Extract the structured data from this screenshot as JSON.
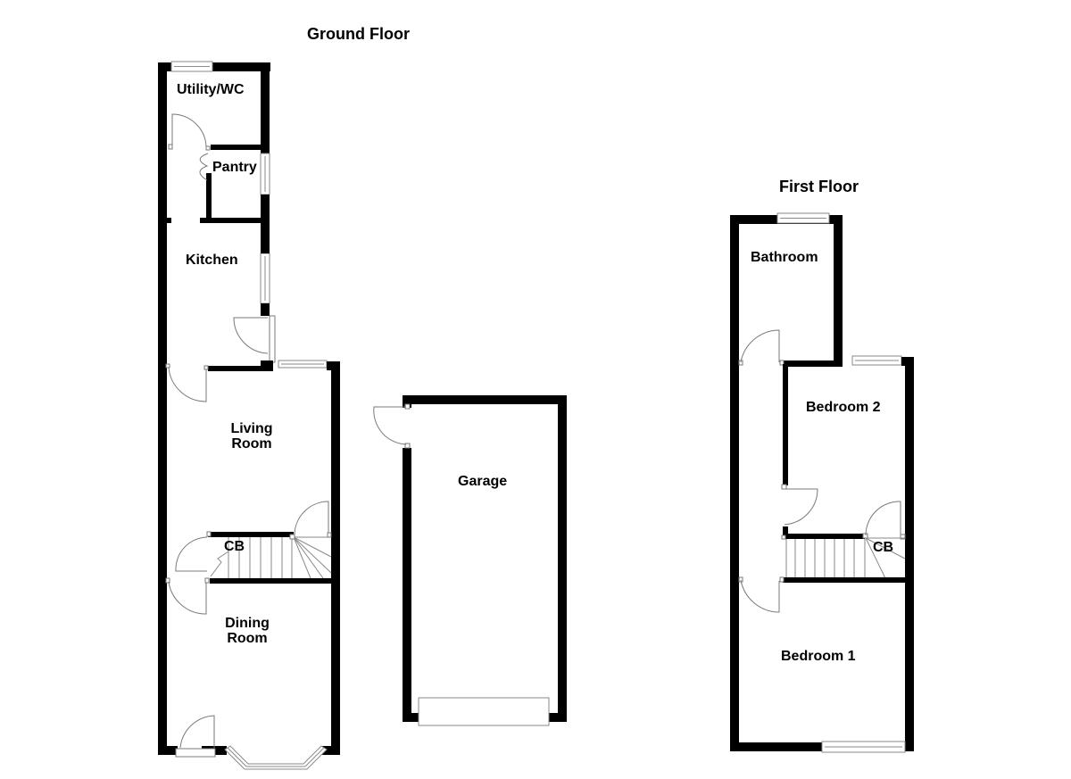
{
  "floors": [
    {
      "title": "Ground Floor",
      "rooms": [
        {
          "name": "Utility/WC"
        },
        {
          "name": "Pantry"
        },
        {
          "name": "Kitchen"
        },
        {
          "name": "Living Room",
          "lines": [
            "Living",
            "Room"
          ]
        },
        {
          "name": "CB"
        },
        {
          "name": "Dining Room",
          "lines": [
            "Dining",
            "Room"
          ]
        }
      ]
    },
    {
      "title": "Garage",
      "rooms": [
        {
          "name": "Garage"
        }
      ]
    },
    {
      "title": "First Floor",
      "rooms": [
        {
          "name": "Bathroom"
        },
        {
          "name": "Bedroom 2"
        },
        {
          "name": "CB"
        },
        {
          "name": "Bedroom 1"
        }
      ]
    }
  ],
  "colors": {
    "wall": "#000000",
    "fixture": "#8a8a8a",
    "background": "#ffffff"
  }
}
